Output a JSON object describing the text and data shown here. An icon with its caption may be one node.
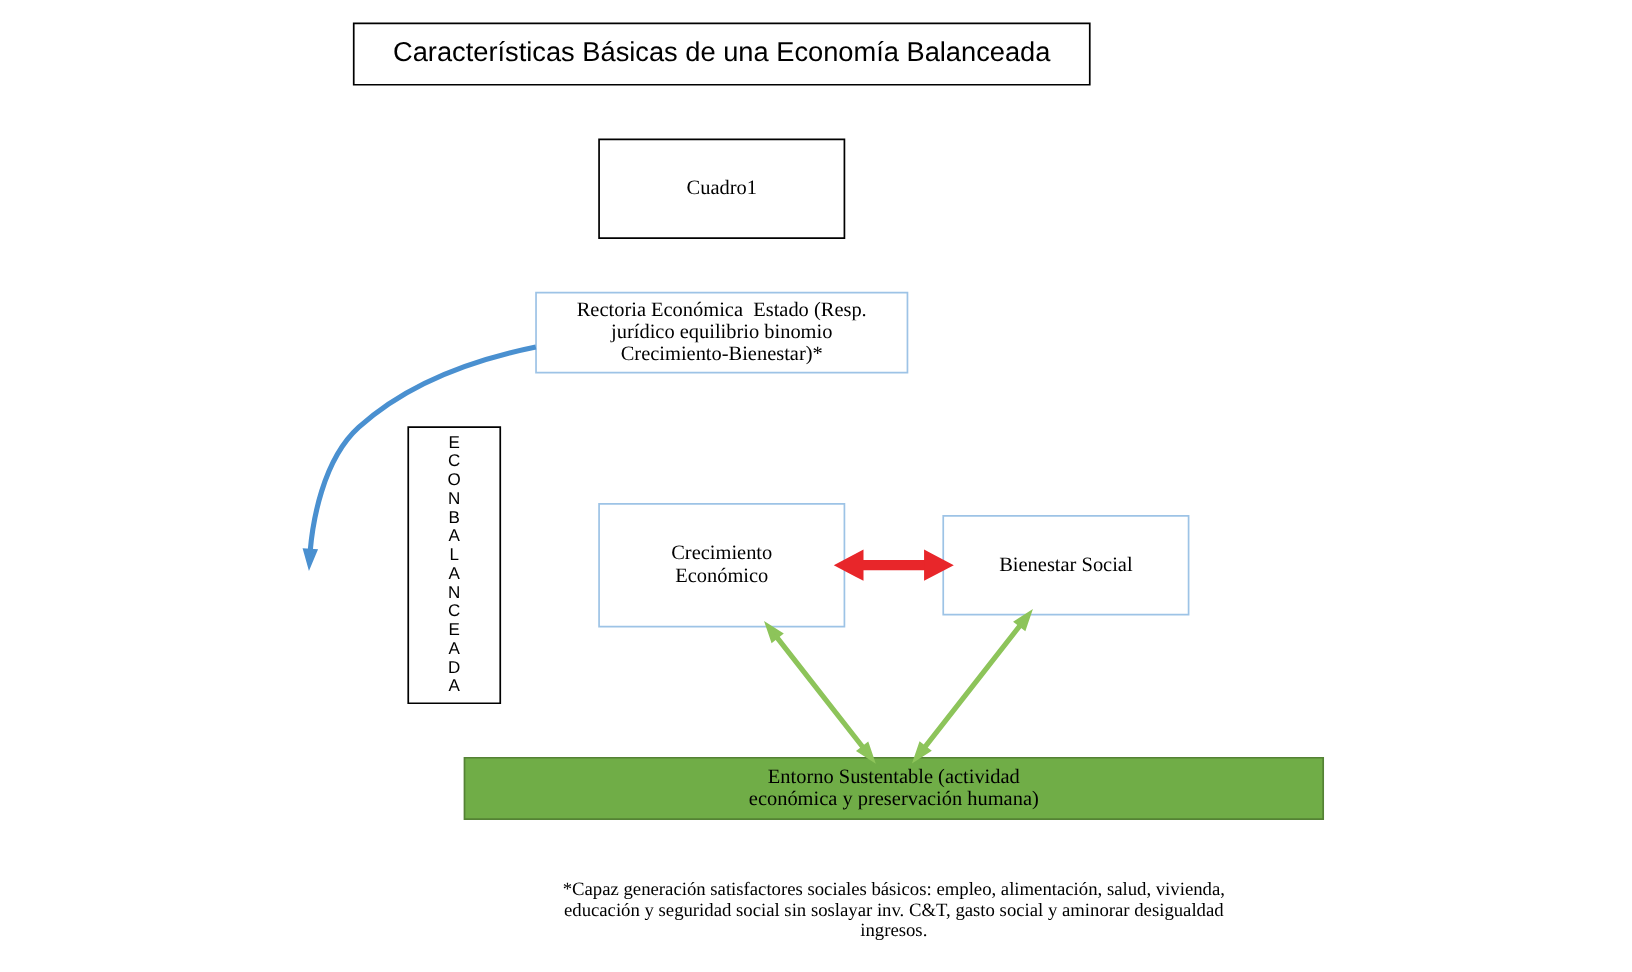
{
  "diagram": {
    "nodes": [
      {
        "text": [
          "Características Básicas de una Economía Balanceada"
        ]
      },
      {
        "text": [
          "Cuadro1"
        ]
      },
      {
        "text": [
          "Rectoria Económica  Estado (Resp. jurídico equilibrio binomio Crecimiento-Bienestar)*"
        ]
      },
      {
        "text": [
          "Crecimiento Económico"
        ]
      },
      {
        "text": [
          "Bienestar Social"
        ]
      },
      {
        "text": [
          "Entorno Sustentable (actividad económica y preservación humana)"
        ]
      },
      {
        "text": [
          "E C O N B A L A N C E A D A"
        ]
      }
    ],
    "edges": [
      {
        "from": 3,
        "to": 4,
        "arrow": "both",
        "style": "thick",
        "color": "#e8262a"
      },
      {
        "from": 2,
        "to": null,
        "arrow": "to",
        "color": "#4a90d0"
      },
      {
        "from": 3,
        "to": 5,
        "arrow": "both",
        "color": "#8dc45a"
      },
      {
        "from": 4,
        "to": 5,
        "arrow": "both",
        "color": "#8dc45a"
      }
    ],
    "labels": [
      "*Capaz generación satisfactores sociales básicos: empleo, alimentación, salud, vivienda, educación y seguridad social sin soslayar inv. C&T, gasto social y aminorar desigualdad ingresos."
    ]
  }
}
